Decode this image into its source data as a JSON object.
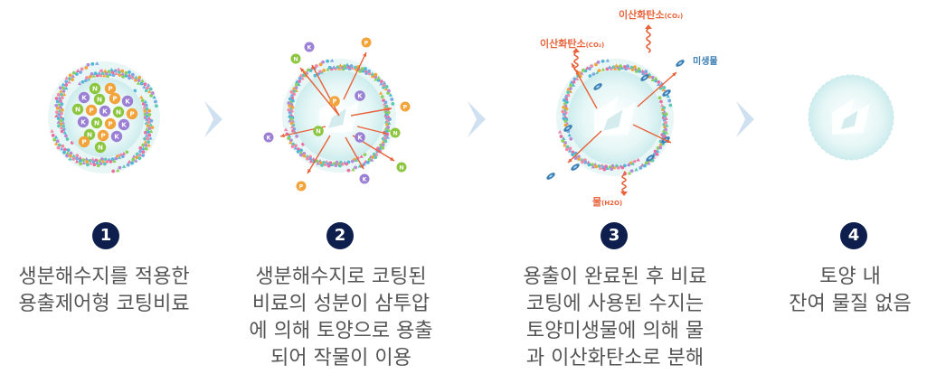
{
  "colors": {
    "accent": "#0e1f4d",
    "caption": "#555555",
    "co2_label": "#e8623a",
    "microbe_label": "#3c7fb3",
    "chevron": "#cfe0f1",
    "core": "#dff3f4"
  },
  "nutrients": [
    "N",
    "P",
    "K"
  ],
  "stages": [
    {
      "number": "1",
      "lines": [
        "생분해수지를 적용한",
        "용출제어형 코팅비료"
      ]
    },
    {
      "number": "2",
      "lines": [
        "생분해수지로 코팅된",
        "비료의 성분이 삼투압",
        "에 의해 토양으로 용출",
        "되어 작물이 이용"
      ]
    },
    {
      "number": "3",
      "lines": [
        "용출이 완료된 후 비료",
        "코팅에 사용된 수지는",
        "토양미생물에 의해 물",
        "과 이산화탄소로 분해"
      ]
    },
    {
      "number": "4",
      "lines": [
        "토양 내",
        "잔여 물질 없음"
      ]
    }
  ],
  "labels": {
    "co2_main": "이산화탄소",
    "co2_sub": "(CO₂)",
    "microbe": "미생물",
    "water_main": "물",
    "water_sub": "(H2O)"
  }
}
